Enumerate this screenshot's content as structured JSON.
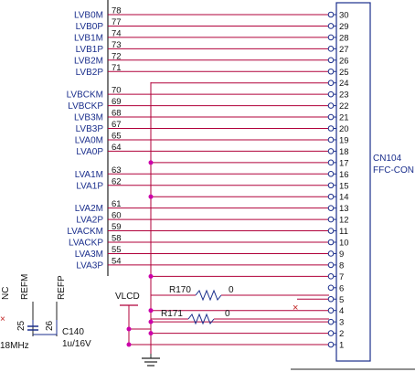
{
  "schematic": {
    "ic": {
      "rows": [
        {
          "label": "LVB0M",
          "pin": "78",
          "conn": 30
        },
        {
          "label": "LVB0P",
          "pin": "77",
          "conn": 29
        },
        {
          "label": "LVB1M",
          "pin": "74",
          "conn": 28
        },
        {
          "label": "LVB1P",
          "pin": "73",
          "conn": 27
        },
        {
          "label": "LVB2M",
          "pin": "72",
          "conn": 26
        },
        {
          "label": "LVB2P",
          "pin": "71",
          "conn": 25
        },
        {
          "label": "LVBCKM",
          "pin": "70",
          "conn": 23
        },
        {
          "label": "LVBCKP",
          "pin": "69",
          "conn": 22
        },
        {
          "label": "LVB3M",
          "pin": "68",
          "conn": 21
        },
        {
          "label": "LVB3P",
          "pin": "67",
          "conn": 20
        },
        {
          "label": "LVA0M",
          "pin": "65",
          "conn": 19
        },
        {
          "label": "LVA0P",
          "pin": "64",
          "conn": 18
        },
        {
          "label": "LVA1M",
          "pin": "63",
          "conn": 16
        },
        {
          "label": "LVA1P",
          "pin": "62",
          "conn": 15
        },
        {
          "label": "LVA2M",
          "pin": "61",
          "conn": 13
        },
        {
          "label": "LVA2P",
          "pin": "60",
          "conn": 12
        },
        {
          "label": "LVACKM",
          "pin": "59",
          "conn": 11
        },
        {
          "label": "LVACKP",
          "pin": "58",
          "conn": 10
        },
        {
          "label": "LVA3M",
          "pin": "55",
          "conn": 9
        },
        {
          "label": "LVA3P",
          "pin": "54",
          "conn": 8
        }
      ],
      "bottom_labels": {
        "nc": "NC",
        "refm": "REFM",
        "refp": "REFP",
        "pin25": "25",
        "pin26": "26"
      }
    },
    "connector": {
      "ref": "CN104",
      "type": "FFC-CON",
      "pins": [
        "30",
        "29",
        "28",
        "27",
        "26",
        "25",
        "24",
        "23",
        "22",
        "21",
        "20",
        "19",
        "18",
        "17",
        "16",
        "15",
        "14",
        "13",
        "12",
        "11",
        "10",
        "9",
        "8",
        "7",
        "6",
        "5",
        "4",
        "3",
        "2",
        "1"
      ]
    },
    "power_label": "VLCD",
    "resistors": [
      {
        "ref": "R170",
        "value": "0"
      },
      {
        "ref": "R171",
        "value": "0"
      }
    ],
    "capacitor": {
      "ref": "C140",
      "value": "1u/16V"
    },
    "crystal_label": "18MHz"
  }
}
